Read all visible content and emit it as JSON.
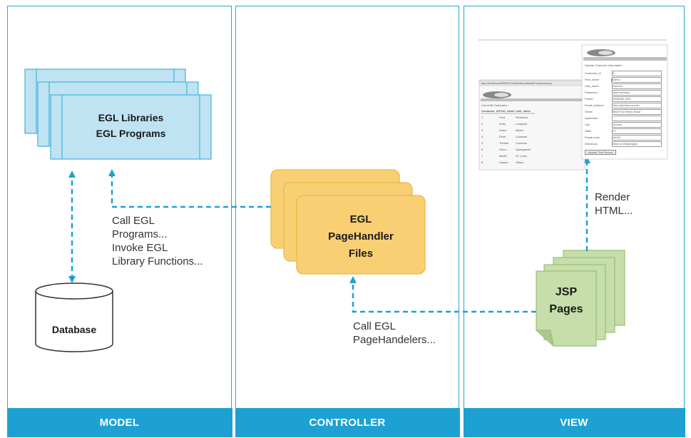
{
  "panels": {
    "model": "MODEL",
    "controller": "CONTROLLER",
    "view": "VIEW"
  },
  "model": {
    "libraries_line1": "EGL Libraries",
    "libraries_line2": "EGL Programs",
    "database": "Database",
    "call_label": [
      "Call EGL",
      "Programs...",
      "Invoke EGL",
      "Library Functions..."
    ]
  },
  "controller": {
    "pagehandler": [
      "EGL",
      "PageHandler",
      "Files"
    ],
    "call_label": [
      "Call EGL",
      "PageHandelers..."
    ]
  },
  "view": {
    "jsp": [
      "JSP",
      "Pages"
    ],
    "render_label": [
      "Render",
      "HTML..."
    ],
    "screenshot_left": {
      "address": "http://localhost:9080/EGLWeb/faces/listAllCustomers.jsp",
      "title": "List of All Customers",
      "headers": [
        "Customer_id",
        "First_name",
        "Last_name"
      ],
      "rows": [
        [
          "1",
          "Fred",
          "Flintstone"
        ],
        [
          "2",
          "Andy",
          "Lockyard"
        ],
        [
          "3",
          "Diana",
          "Myers"
        ],
        [
          "4",
          "Rose",
          "Ludowne"
        ],
        [
          "5",
          "Trinette",
          "Coleman"
        ],
        [
          "6",
          "Glenn",
          "Springsteen"
        ],
        [
          "7",
          "Martin",
          "St. Louis"
        ],
        [
          "8",
          "Sanam",
          "Stiano"
        ]
      ]
    },
    "screenshot_right": {
      "title": "Update Customer Information",
      "fields": [
        [
          "Customer_id",
          "6"
        ],
        [
          "First_name",
          "Glenn"
        ],
        [
          "Last_name",
          "Gannon"
        ],
        [
          "Password",
          "SanFrancisco"
        ],
        [
          "Phone",
          "(555)555-4311"
        ],
        [
          "Email_address",
          "Glenn@Gannon.com"
        ],
        [
          "Street",
          "5808 Fort Rines Road"
        ],
        [
          "Apartment",
          ""
        ],
        [
          "City",
          "Gurnee"
        ],
        [
          "State",
          "CT"
        ],
        [
          "Postal code",
          "06090"
        ],
        [
          "Directions",
          "Near to Washington"
        ]
      ],
      "button": "Update This Record"
    }
  },
  "colors": {
    "accent": "#1da1d3",
    "library_fill": "#bfe3f3",
    "pagehandler_fill": "#f9cf74",
    "jsp_fill": "#c5deaa"
  }
}
